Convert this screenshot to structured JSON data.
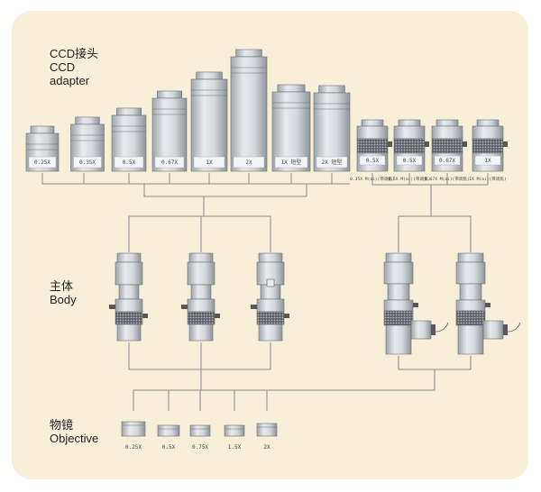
{
  "colors": {
    "background": "#f7efd8",
    "line": "#8a8a8a",
    "metal": "#cfd3d8",
    "metal_dark": "#8d939a",
    "knurl": "#4a4f55"
  },
  "sections": {
    "adapter": {
      "zh": "CCD接头",
      "en_line1": "CCD",
      "en_line2": "adapter"
    },
    "body": {
      "zh": "主体",
      "en": "Body"
    },
    "objective": {
      "zh": "物镜",
      "en": "Objective"
    }
  },
  "adapters": [
    {
      "label": "0.25X"
    },
    {
      "label": "0.35X"
    },
    {
      "label": "0.5X"
    },
    {
      "label": "0.67X"
    },
    {
      "label": "1X"
    },
    {
      "label": "2X"
    },
    {
      "label": "1X 短型"
    },
    {
      "label": "2X 短型"
    }
  ],
  "adapters_small": [
    {
      "label": "0.5X",
      "caption": "0.35X M(ai)(带调焦)"
    },
    {
      "label": "0.5X",
      "caption": "0.5X M(ai)(带调焦)"
    },
    {
      "label": "0.67X",
      "caption": "0.67X M(ai)(带调焦)"
    },
    {
      "label": "1X",
      "caption": "1X M(ai)(带调焦)"
    }
  ],
  "objectives": [
    {
      "label": "0.25X"
    },
    {
      "label": "0.5X"
    },
    {
      "label": "0.75X"
    },
    {
      "label": "1.5X"
    },
    {
      "label": "2X"
    }
  ]
}
